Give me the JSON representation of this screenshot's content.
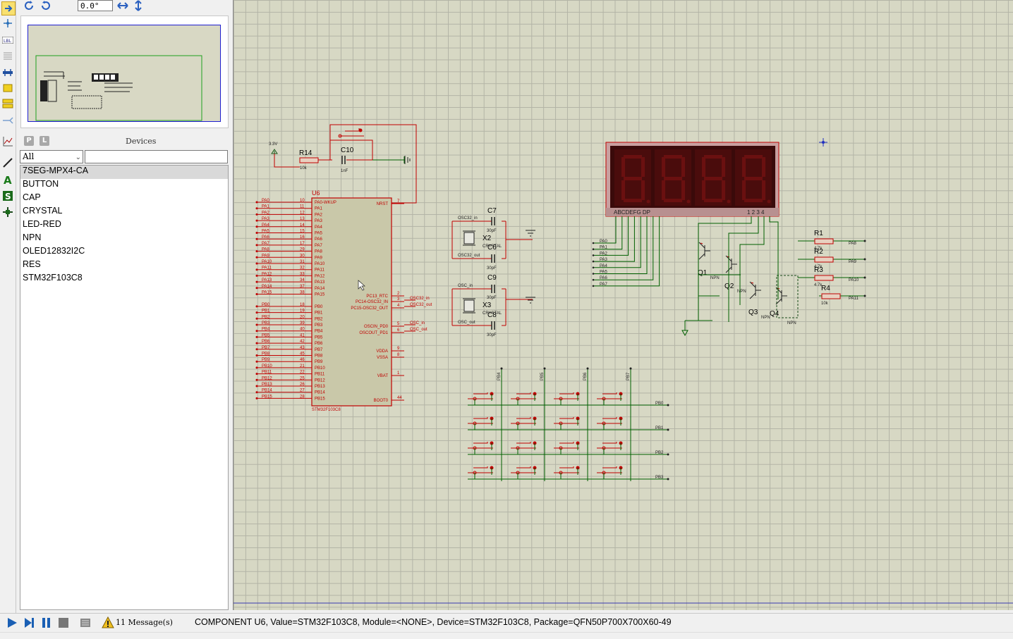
{
  "toolbar": {
    "rotation_value": "0.0°",
    "icons": [
      "rotate-clockwise-icon",
      "rotate-anticlockwise-icon",
      "mirror-horizontal-icon",
      "mirror-vertical-icon"
    ]
  },
  "devices_panel": {
    "title": "Devices",
    "pick_button": "P",
    "library_button": "L",
    "filter_value": "All",
    "items": [
      "7SEG-MPX4-CA",
      "BUTTON",
      "CAP",
      "CRYSTAL",
      "LED-RED",
      "NPN",
      "OLED12832I2C",
      "RES",
      "STM32F103C8"
    ],
    "selected_index": 0
  },
  "schematic": {
    "mcu": {
      "ref": "U6",
      "part": "STM32F103C8",
      "left_pins": [
        "PA0-WKUP",
        "PA1",
        "PA2",
        "PA3",
        "PA4",
        "PA5",
        "PA6",
        "PA7",
        "PA8",
        "PA9",
        "PA10",
        "PA11",
        "PA12",
        "PA13",
        "PA14",
        "PA15",
        "",
        "PB0",
        "PB1",
        "PB2",
        "PB3",
        "PB4",
        "PB5",
        "PB6",
        "PB7",
        "PB8",
        "PB9",
        "PB10",
        "PB11",
        "PB12",
        "PB13",
        "PB14",
        "PB15"
      ],
      "left_pin_numbers": [
        "10",
        "11",
        "12",
        "13",
        "14",
        "15",
        "16",
        "17",
        "29",
        "30",
        "31",
        "32",
        "33",
        "34",
        "37",
        "38",
        "",
        "18",
        "19",
        "20",
        "39",
        "40",
        "41",
        "42",
        "43",
        "45",
        "46",
        "21",
        "22",
        "25",
        "26",
        "27",
        "28"
      ],
      "left_net_labels": [
        "PA0",
        "PA1",
        "PA2",
        "PA3",
        "PA4",
        "PA5",
        "PA6",
        "PA7",
        "PA8",
        "PA9",
        "PA10",
        "PA11",
        "PA12",
        "PA13",
        "PA14",
        "PA15",
        "",
        "PB0",
        "PB1",
        "PB2",
        "PB3",
        "PB4",
        "PB5",
        "PB6",
        "PB7",
        "PB8",
        "PB9",
        "PB10",
        "PB11",
        "PB12",
        "PB13",
        "PB14",
        "PB15"
      ],
      "right_pins": [
        {
          "name": "NRST",
          "num": "7"
        },
        {
          "name": "PC13_RTC",
          "num": "2"
        },
        {
          "name": "PC14-OSC32_IN",
          "num": "3"
        },
        {
          "name": "PC15-OSC32_OUT",
          "num": "4"
        },
        {
          "name": "OSCIN_PD0",
          "num": "5"
        },
        {
          "name": "OSCOUT_PD1",
          "num": "6"
        },
        {
          "name": "VDDA",
          "num": "9"
        },
        {
          "name": "VSSA",
          "num": "8"
        },
        {
          "name": "VBAT",
          "num": "1"
        },
        {
          "name": "BOOT0",
          "num": "44"
        }
      ],
      "right_net_labels": [
        "OSC32_in",
        "OSC32_out",
        "OSC_in",
        "OSC_out"
      ]
    },
    "reset": {
      "power_label": "3.3V",
      "resistor": "R14",
      "resistor_value": "10k",
      "cap": "C10",
      "cap_value": "1nF"
    },
    "osc": {
      "c7": "C7",
      "c6": "C6",
      "c9": "C9",
      "c8": "C8",
      "cap_value": "30pF",
      "x2": "X2",
      "x3": "X3",
      "crystal": "CRYSTAL",
      "osc32_in": "OSC32_in",
      "osc32_out": "OSC32_out",
      "osc_in": "OSC_in",
      "osc_out": "OSC_out"
    },
    "display": {
      "digits": "8.8.8.8.",
      "seg_label": "ABCDEFG  DP",
      "com_label": "1 2 3 4",
      "seg_nets": [
        "PA0",
        "PA1",
        "PA2",
        "PA3",
        "PA4",
        "PA5",
        "PA6",
        "PA7"
      ],
      "transistors": [
        "Q1",
        "Q2",
        "Q3",
        "Q4"
      ],
      "transistor_type": "NPN",
      "resistors": [
        "R1",
        "R2",
        "R3",
        "R4"
      ],
      "resistor_values": [
        "4.7k",
        "4.7k",
        "4.7k",
        "10k"
      ],
      "res_nets": [
        "PA8",
        "PA9",
        "PA10",
        "PA11"
      ]
    },
    "keypad": {
      "col_nets": [
        "PB4",
        "PB5",
        "PB6",
        "PB7"
      ],
      "row_nets": [
        "PB0",
        "PB1",
        "PB2",
        "PB3"
      ]
    }
  },
  "statusbar": {
    "messages": "11 Message(s)",
    "status": "COMPONENT U6, Value=STM32F103C8, Module=<NONE>, Device=STM32F103C8, Package=QFN50P700X700X60-49"
  },
  "colors": {
    "canvas": "#d7d8c4",
    "grid": "#b3b4a6",
    "component": "#c00000",
    "chip_fill": "#c9c8a9",
    "wire": "#006000",
    "display_bg": "#3a0a0a",
    "display_segment": "#6a1010"
  }
}
